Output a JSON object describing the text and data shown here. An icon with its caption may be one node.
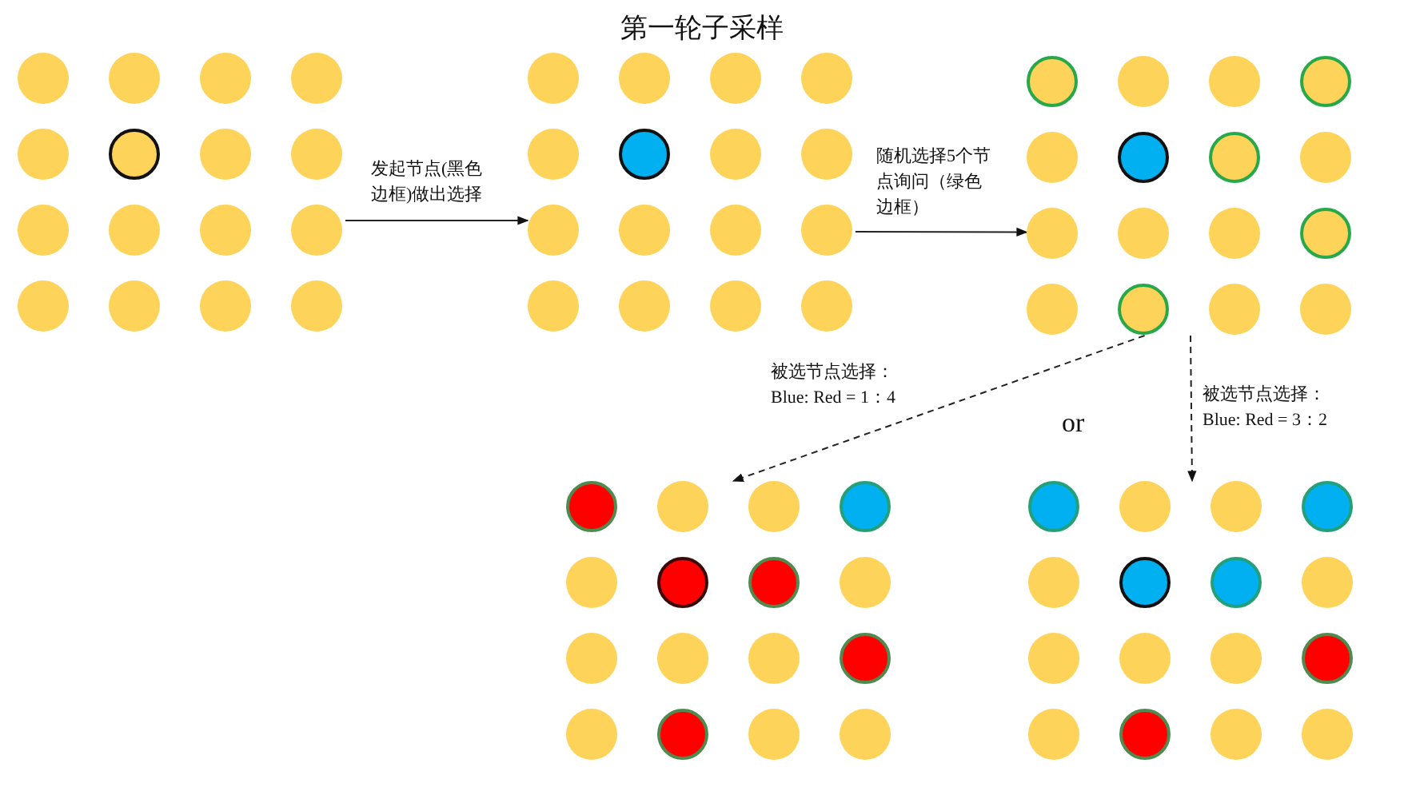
{
  "diagram": {
    "title": "第一轮子采样",
    "nodes": [
      {
        "text": [],
        "shape": "picture"
      },
      {
        "text": [],
        "shape": "picture"
      },
      {
        "text": [],
        "shape": "picture"
      },
      {
        "text": [],
        "shape": "picture"
      },
      {
        "text": [],
        "shape": "picture"
      }
    ],
    "edges": [
      {
        "from": 0,
        "to": 1,
        "arrow": "to",
        "label": "发起节点(黑色边框)做出选择"
      },
      {
        "from": 1,
        "to": 2,
        "arrow": "to",
        "label": "随机选择5个节点询问（绿色边框）"
      },
      {
        "from": 2,
        "to": 3,
        "arrow": "to",
        "style": "dashed",
        "label": "被选节点选择： Blue: Red = 1：4"
      },
      {
        "from": 2,
        "to": 4,
        "arrow": "to",
        "style": "dashed",
        "label": "被选节点选择： Blue: Red = 3：2"
      }
    ],
    "labels": [
      "or"
    ]
  }
}
